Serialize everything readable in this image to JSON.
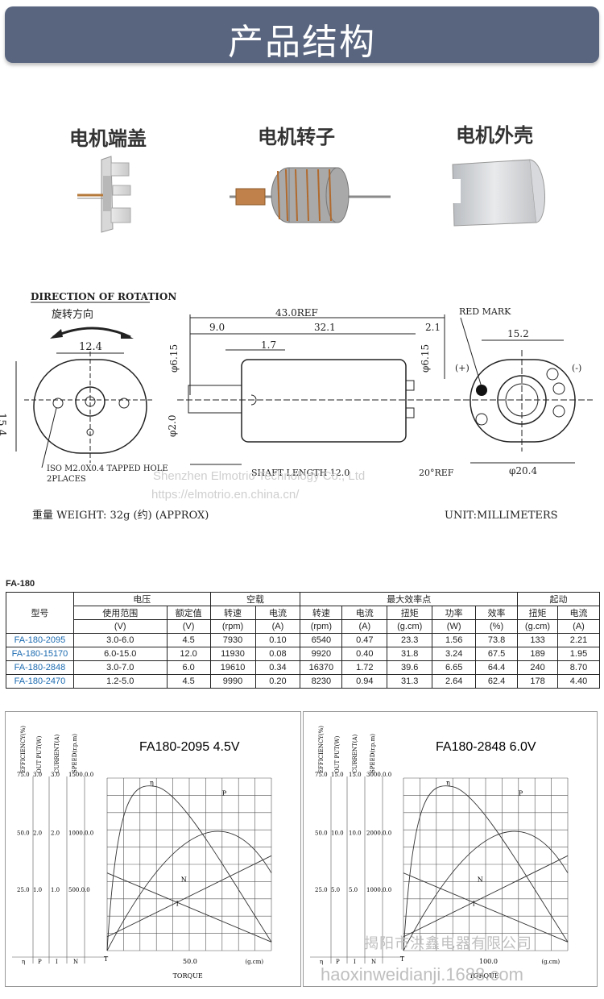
{
  "banner": {
    "title": "产品结构"
  },
  "parts": [
    {
      "label": "电机端盖"
    },
    {
      "label": "电机转子"
    },
    {
      "label": "电机外壳"
    }
  ],
  "drawing": {
    "direction_label": "DIRECTION OF ROTATION",
    "direction_cn": "旋转方向",
    "dim_12_4": "12.4",
    "dim_15_4": "15.4",
    "hole_note": "ISO M2.0X0.4 TAPPED HOLE",
    "hole_places": "2PLACES",
    "dim_43": "43.0REF",
    "dim_9": "9.0",
    "dim_32_1": "32.1",
    "dim_2_1": "2.1",
    "dim_1_7": "1.7",
    "dim_d6_15_a": "φ6.15",
    "dim_d6_15_b": "φ6.15",
    "dim_d2": "φ2.0",
    "shaft_length": "SHAFT LENGTH 12.0",
    "red_mark": "RED MARK",
    "plus": "(+)",
    "minus": "(-)",
    "dim_15_2": "15.2",
    "dim_20_4": "φ20.4",
    "angle": "20°REF",
    "weight": "重量  WEIGHT: 32g  (约)  (APPROX)",
    "unit": "UNIT:MILLIMETERS",
    "watermark_company": "Shenzhen Elmotrio Technology Co., Ltd",
    "watermark_url": "https://elmotrio.en.china.cn/"
  },
  "table": {
    "title": "FA-180",
    "group_headers": [
      "电压",
      "空载",
      "最大效率点",
      "起动"
    ],
    "model_header": "型号",
    "sub_headers": [
      "使用范围",
      "额定值",
      "转速",
      "电流",
      "转速",
      "电流",
      "扭矩",
      "功率",
      "效率",
      "扭矩",
      "电流"
    ],
    "units": [
      "(V)",
      "(V)",
      "(rpm)",
      "(A)",
      "(rpm)",
      "(A)",
      "(g.cm)",
      "(W)",
      "(%)",
      "(g.cm)",
      "(A)"
    ],
    "rows": [
      [
        "FA-180-2095",
        "3.0-6.0",
        "4.5",
        "7930",
        "0.10",
        "6540",
        "0.47",
        "23.3",
        "1.56",
        "73.8",
        "133",
        "2.21"
      ],
      [
        "FA-180-15170",
        "6.0-15.0",
        "12.0",
        "11930",
        "0.08",
        "9920",
        "0.40",
        "31.8",
        "3.24",
        "67.5",
        "189",
        "1.95"
      ],
      [
        "FA-180-2848",
        "3.0-7.0",
        "6.0",
        "19610",
        "0.34",
        "16370",
        "1.72",
        "39.6",
        "6.65",
        "64.4",
        "240",
        "8.70"
      ],
      [
        "FA-180-2470",
        "1.2-5.0",
        "4.5",
        "9990",
        "0.20",
        "8230",
        "0.94",
        "31.3",
        "2.64",
        "62.4",
        "178",
        "4.40"
      ]
    ]
  },
  "curves": [
    {
      "title": "FA180-2095   4.5V",
      "axis_labels": [
        "EFFICIENCY(%)",
        "OUT PUT(W)",
        "CURRENT(A)",
        "SPEED(r.p.m)"
      ],
      "top_values": [
        "75.0",
        "3.0",
        "3.0",
        "1500.0.0"
      ],
      "mid_values": [
        "50.0",
        "2.0",
        "2.0",
        "1000.0.0"
      ],
      "low_values": [
        "25.0",
        "1.0",
        "1.0",
        "500.0.0"
      ],
      "bottom_symbols": [
        "η",
        "P",
        "I",
        "N"
      ],
      "x_tick": "50.0",
      "x_unit": "(g.cm)",
      "x_label": "TORQUE",
      "curve_labels": [
        "η",
        "P",
        "N",
        "I",
        "T"
      ]
    },
    {
      "title": "FA180-2848   6.0V",
      "axis_labels": [
        "EFFICIENCY(%)",
        "OUT PUT(W)",
        "CURRENT(A)",
        "SPEED(r.p.m)"
      ],
      "top_values": [
        "75.0",
        "15.0",
        "15.0",
        "3000.0.0"
      ],
      "mid_values": [
        "50.0",
        "10.0",
        "10.0",
        "2000.0.0"
      ],
      "low_values": [
        "25.0",
        "5.0",
        "5.0",
        "1000.0.0"
      ],
      "bottom_symbols": [
        "η",
        "P",
        "I",
        "N"
      ],
      "x_tick": "100.0",
      "x_unit": "(g.cm)",
      "x_label": "TORQUE",
      "curve_labels": [
        "η",
        "P",
        "N",
        "I",
        "T"
      ]
    }
  ],
  "watermarks": {
    "bottom_cn": "揭阳市洪鑫电器有限公司",
    "bottom_url": "haoxinweidianji.1688.com"
  }
}
